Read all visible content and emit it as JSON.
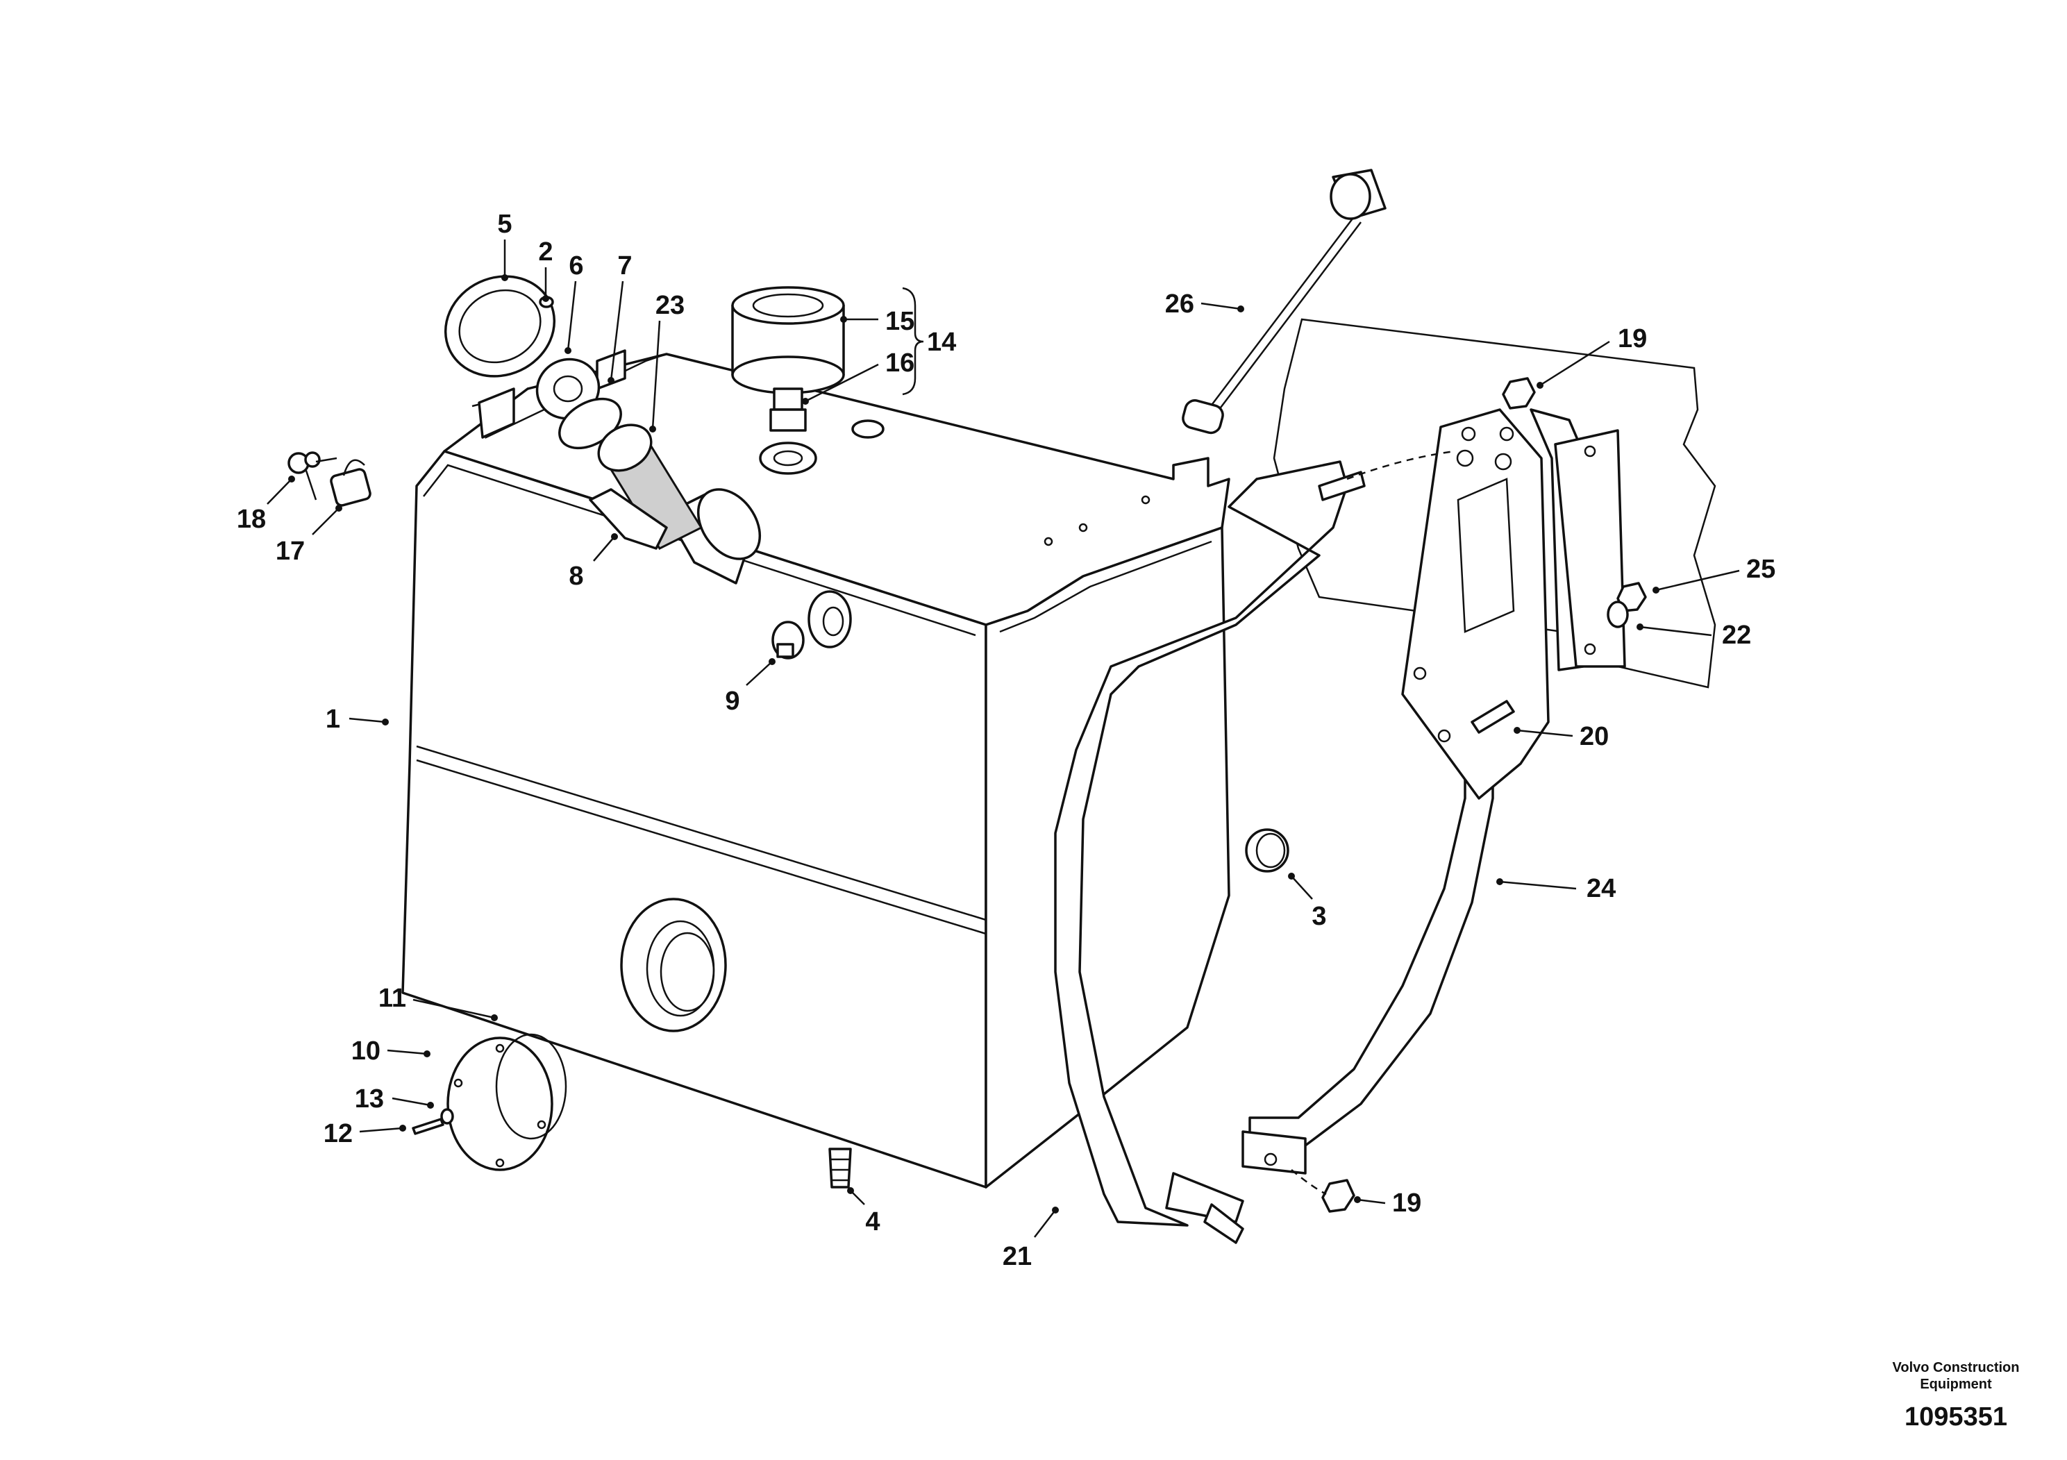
{
  "callouts": [
    {
      "id": "1",
      "text": "1"
    },
    {
      "id": "2",
      "text": "2"
    },
    {
      "id": "3",
      "text": "3"
    },
    {
      "id": "4",
      "text": "4"
    },
    {
      "id": "5",
      "text": "5"
    },
    {
      "id": "6",
      "text": "6"
    },
    {
      "id": "7",
      "text": "7"
    },
    {
      "id": "8",
      "text": "8"
    },
    {
      "id": "9",
      "text": "9"
    },
    {
      "id": "10",
      "text": "10"
    },
    {
      "id": "11",
      "text": "11"
    },
    {
      "id": "12",
      "text": "12"
    },
    {
      "id": "13",
      "text": "13"
    },
    {
      "id": "14",
      "text": "14"
    },
    {
      "id": "15",
      "text": "15"
    },
    {
      "id": "16",
      "text": "16"
    },
    {
      "id": "17",
      "text": "17"
    },
    {
      "id": "18",
      "text": "18"
    },
    {
      "id": "19a",
      "text": "19"
    },
    {
      "id": "19b",
      "text": "19"
    },
    {
      "id": "20",
      "text": "20"
    },
    {
      "id": "21",
      "text": "21"
    },
    {
      "id": "22",
      "text": "22"
    },
    {
      "id": "23",
      "text": "23"
    },
    {
      "id": "24",
      "text": "24"
    },
    {
      "id": "25",
      "text": "25"
    },
    {
      "id": "26",
      "text": "26"
    }
  ],
  "footer": {
    "brand_line1": "Volvo Construction",
    "brand_line2": "Equipment",
    "drawing_number": "1095351"
  }
}
